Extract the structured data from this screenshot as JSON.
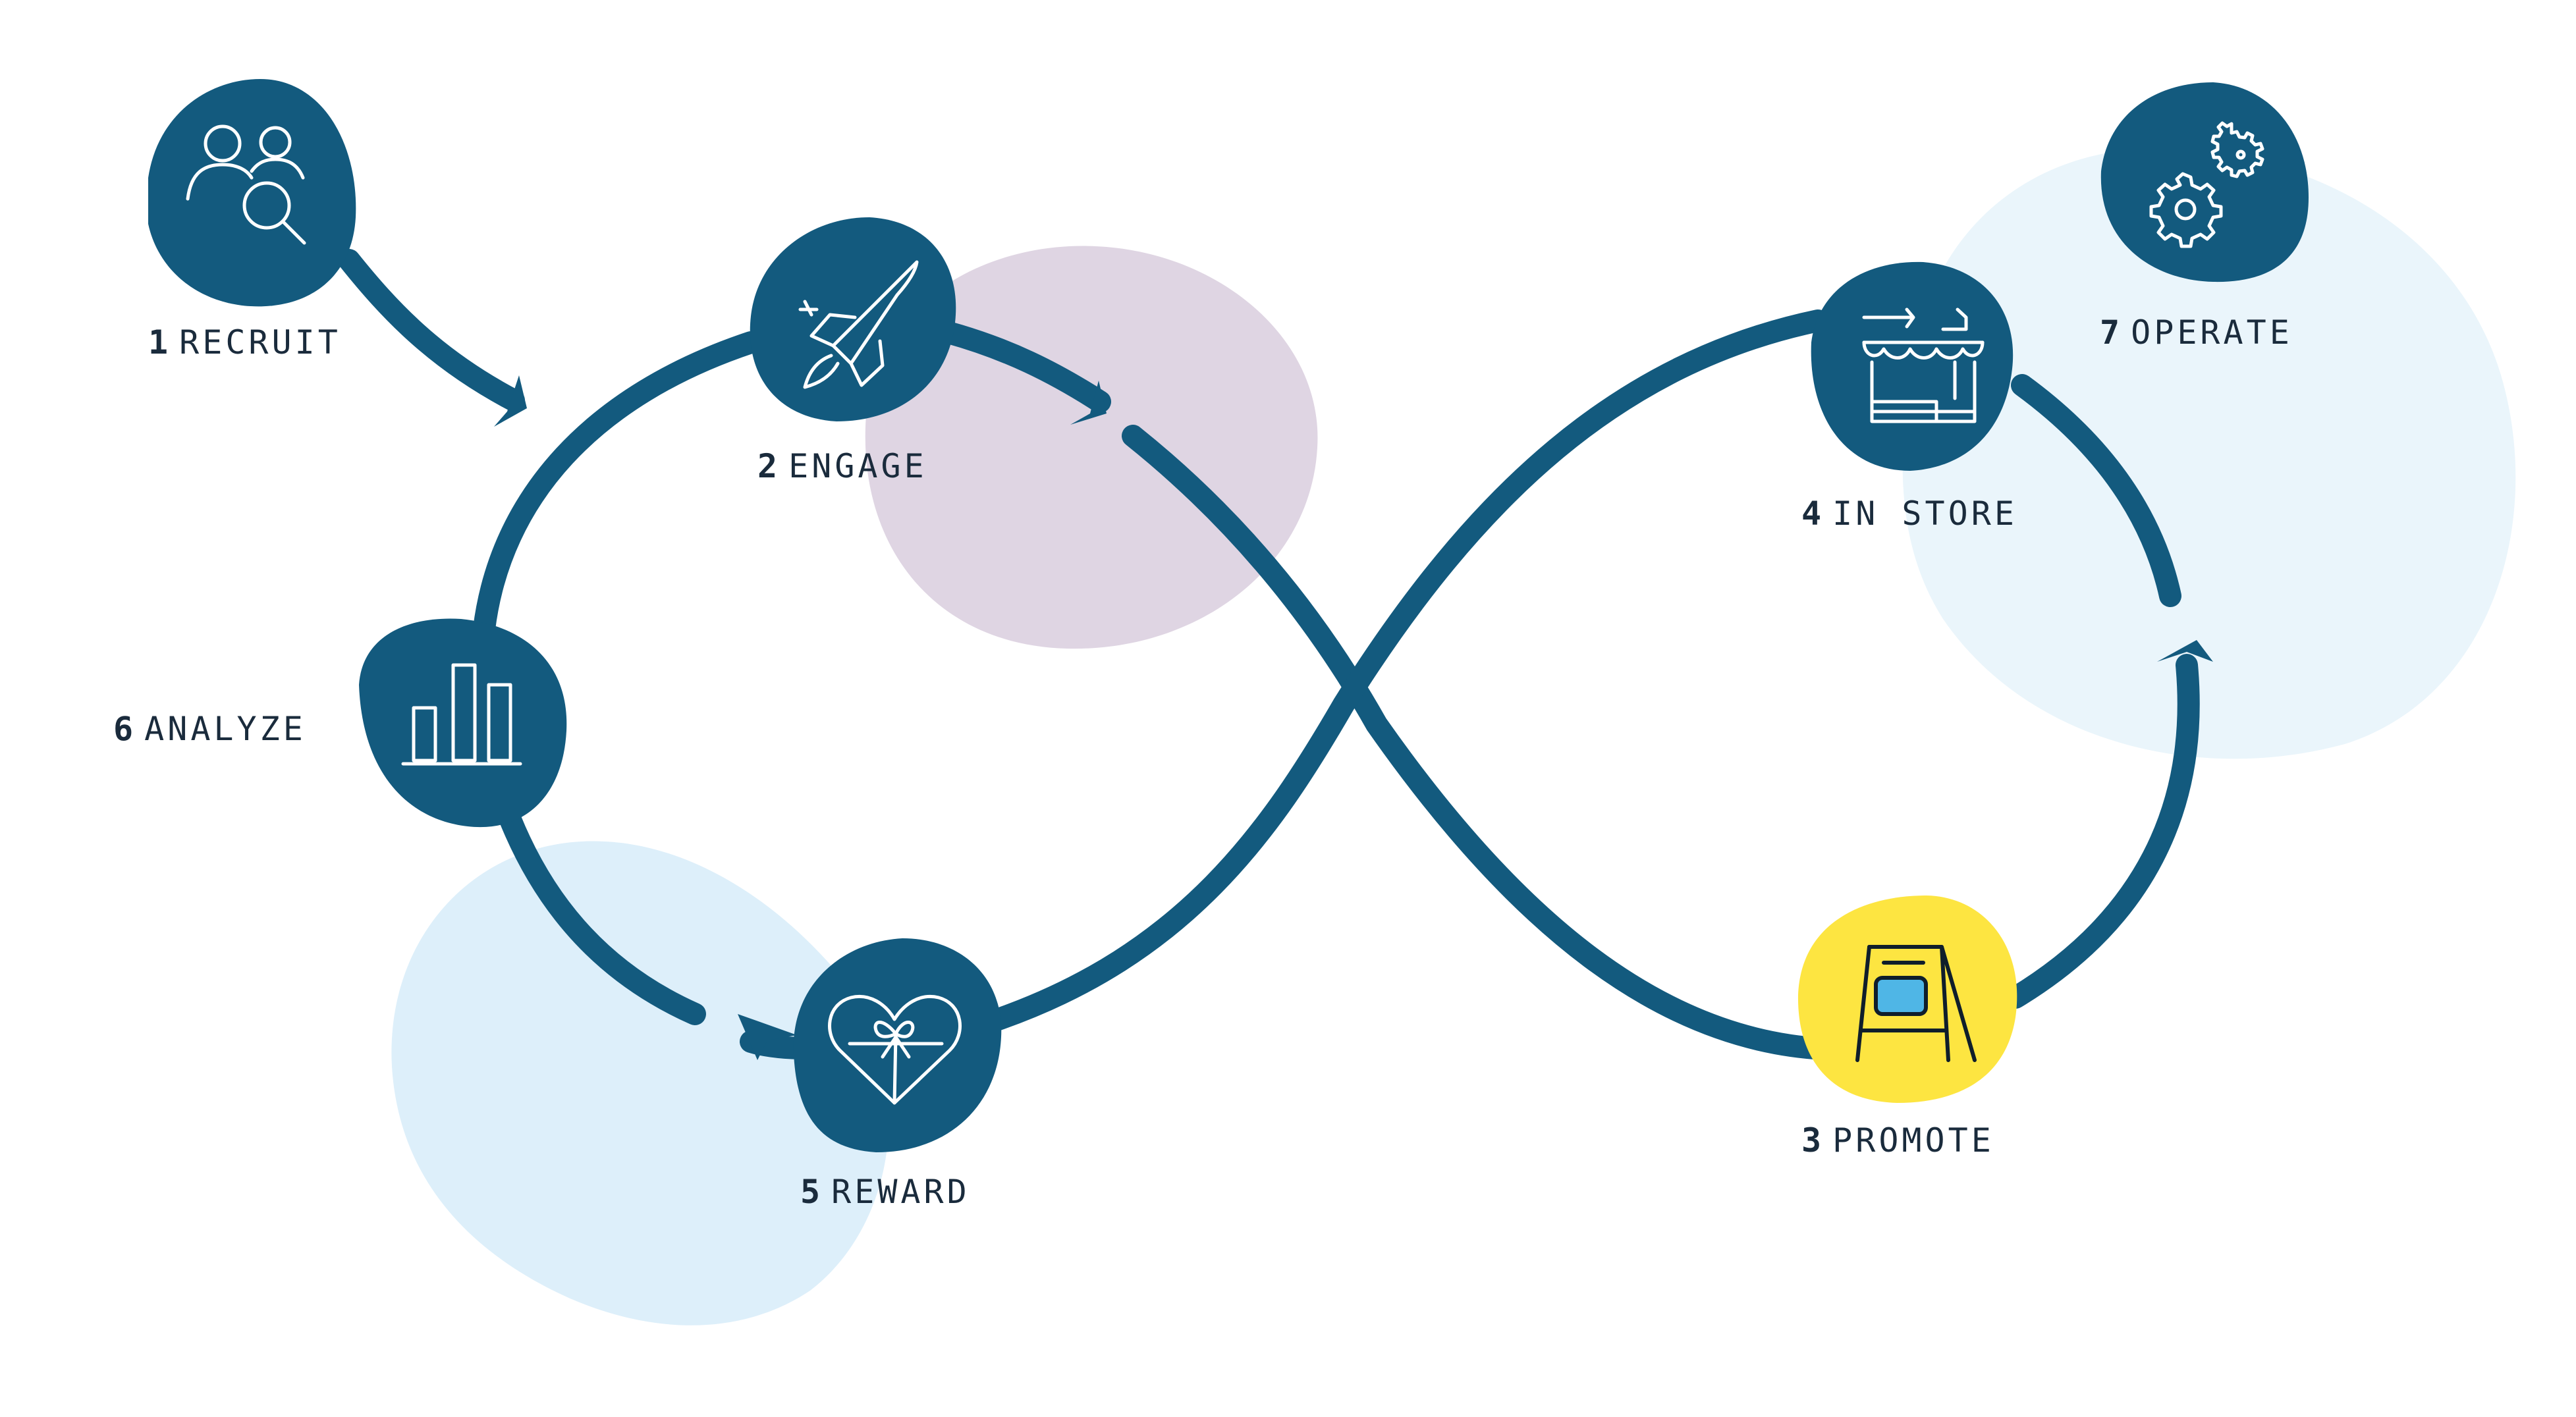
{
  "colors": {
    "primary": "#135a7e",
    "highlight": "#fde541",
    "blob_purple": "#dfd5e3",
    "blob_light_blue": "#ddeffa",
    "blob_pale_blue": "#eaf5fb",
    "label_text": "#1a2b3c"
  },
  "steps": [
    {
      "id": "recruit",
      "number": "1",
      "label": "RECRUIT",
      "icon": "people-search-icon"
    },
    {
      "id": "engage",
      "number": "2",
      "label": "ENGAGE",
      "icon": "rocket-icon"
    },
    {
      "id": "promote",
      "number": "3",
      "label": "PROMOTE",
      "icon": "sandwich-board-sign-icon"
    },
    {
      "id": "in-store",
      "number": "4",
      "label": "IN STORE",
      "icon": "storefront-icon"
    },
    {
      "id": "reward",
      "number": "5",
      "label": "REWARD",
      "icon": "gift-heart-icon"
    },
    {
      "id": "analyze",
      "number": "6",
      "label": "ANALYZE",
      "icon": "bar-chart-icon"
    },
    {
      "id": "operate",
      "number": "7",
      "label": "OPERATE",
      "icon": "gears-icon"
    }
  ]
}
